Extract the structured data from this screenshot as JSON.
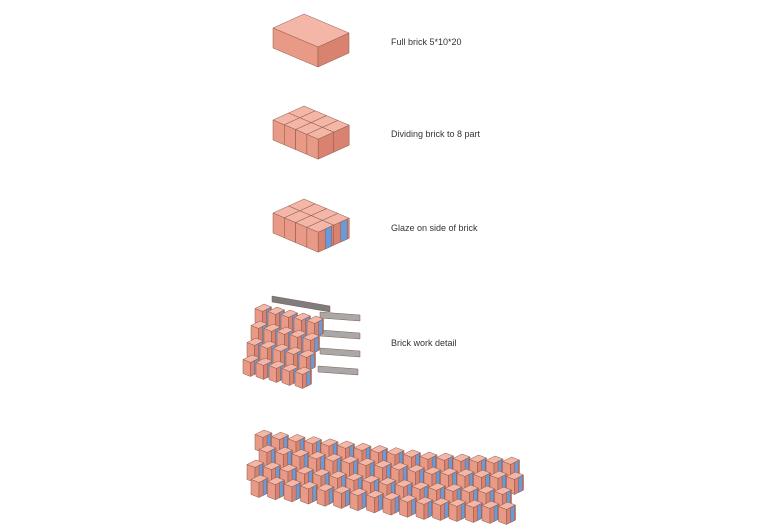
{
  "steps": [
    {
      "label": "Full brick 5*10*20"
    },
    {
      "label": "Dividing brick to 8 part"
    },
    {
      "label": "Glaze on side of brick"
    },
    {
      "label": "Brick work detail"
    },
    {
      "label": ""
    }
  ],
  "colors": {
    "top": "#f4b6a6",
    "left": "#e89a86",
    "right": "#d8826f",
    "edge": "#8a5a4e",
    "glaze": "#6a9bd8",
    "steel": "#a8a8a8",
    "steel_dark": "#7d7d7d"
  }
}
